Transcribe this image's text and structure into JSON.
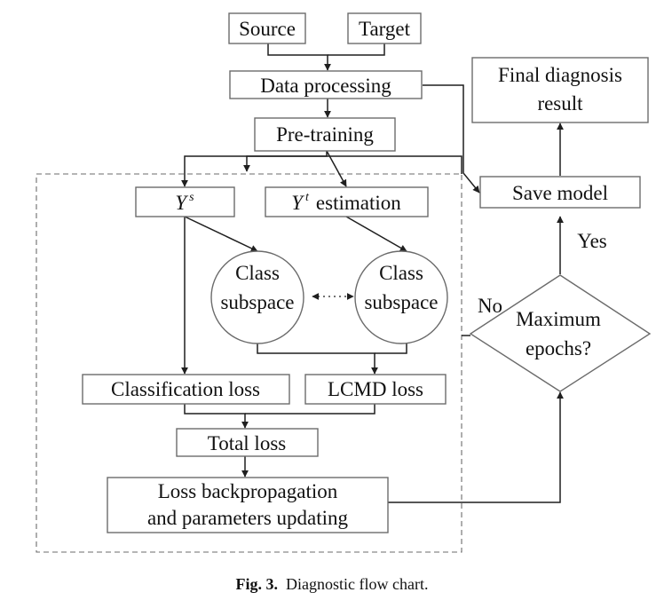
{
  "nodes": {
    "source": "Source",
    "target": "Target",
    "data_processing": "Data processing",
    "pre_training": "Pre-training",
    "ys": {
      "symbol": "Y",
      "sup": "s"
    },
    "yt": {
      "symbol": "Y",
      "sup": "t",
      "suffix": "estimation"
    },
    "class_subspace_left": [
      "Class",
      "subspace"
    ],
    "class_subspace_right": [
      "Class",
      "subspace"
    ],
    "classification_loss": "Classification loss",
    "lcmd_loss": "LCMD loss",
    "total_loss": "Total loss",
    "backprop": [
      "Loss backpropagation",
      "and parameters updating"
    ],
    "maximum_epochs": [
      "Maximum",
      "epochs?"
    ],
    "save_model": "Save model",
    "final_result": [
      "Final diagnosis",
      "result"
    ]
  },
  "edge_labels": {
    "yes": "Yes",
    "no": "No"
  },
  "caption": {
    "label": "Fig. 3.",
    "text": "Diagnostic flow chart."
  },
  "colors": {
    "box_border": "#6b6b6b",
    "line": "#1f1f1f",
    "text": "#111111"
  }
}
